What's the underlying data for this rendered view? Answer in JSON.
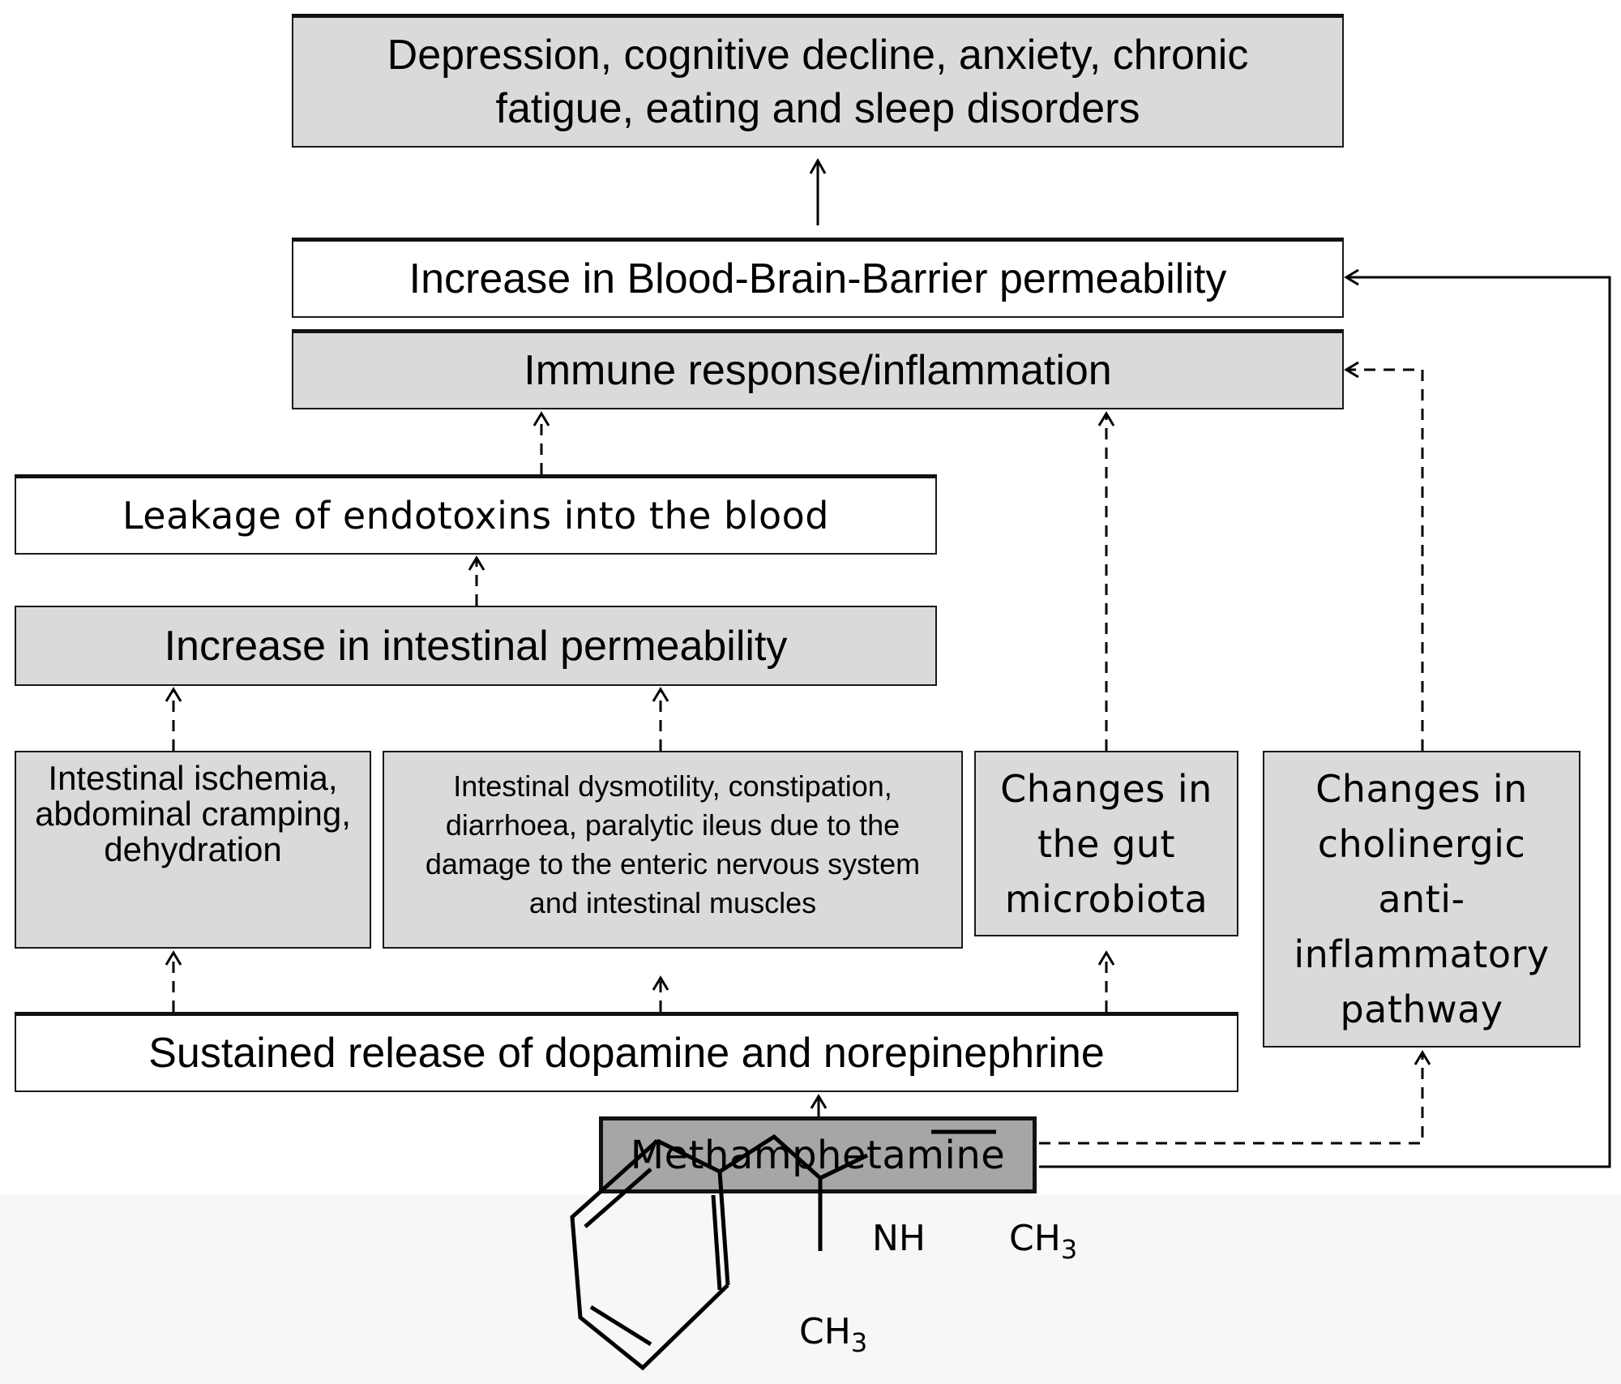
{
  "diagram": {
    "boxes": {
      "outcomes": "Depression, cognitive decline, anxiety, chronic fatigue, eating and sleep disorders",
      "bbb": "Increase in Blood-Brain-Barrier permeability",
      "immune": "Immune response/inflammation",
      "endotoxins": "Leakage of endotoxins into the blood",
      "intestinal_perm": "Increase in intestinal permeability",
      "ischemia": "Intestinal ischemia, abdominal cramping, dehydration",
      "dysmotility": "Intestinal dysmotility, constipation, diarrhoea, paralytic ileus due to the damage to the enteric nervous system and intestinal muscles",
      "microbiota": "Changes in the gut microbiota",
      "cholinergic": "Changes in cholinergic anti-inflammatory pathway",
      "dopamine": "Sustained release of dopamine and norepinephrine",
      "meth": "Methamphetamine"
    },
    "structure": {
      "nh": "NH",
      "ch3_right": "CH",
      "ch3_right_sub": "3",
      "ch3_bottom": "CH",
      "ch3_bottom_sub": "3"
    }
  }
}
